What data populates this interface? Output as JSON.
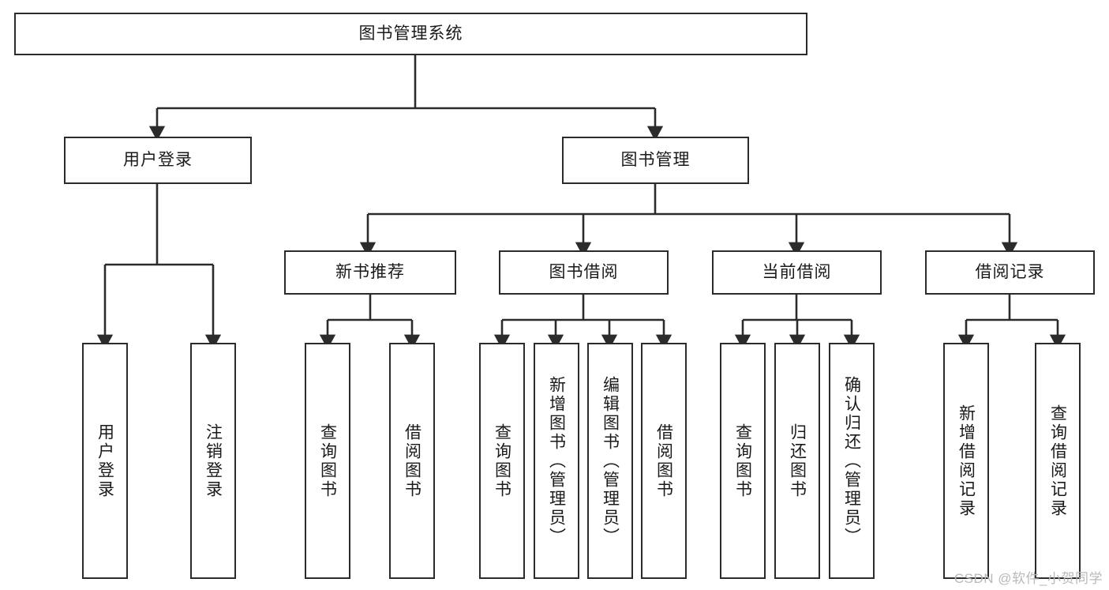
{
  "diagram": {
    "title": "图书管理系统",
    "type": "tree-hierarchy",
    "watermark": "CSDN @软件_小贺同学",
    "colors": {
      "background": "#ffffff",
      "node_border": "#2b2b2b",
      "node_fill": "#ffffff",
      "edge": "#2b2b2b",
      "text": "#1a1a1a",
      "watermark": "#b9b9b9"
    },
    "levels": {
      "root": {
        "id": "root",
        "label": "图书管理系统",
        "orientation": "horizontal"
      },
      "level2": [
        {
          "id": "user-login",
          "label": "用户登录",
          "orientation": "horizontal"
        },
        {
          "id": "book-manage",
          "label": "图书管理",
          "orientation": "horizontal"
        }
      ],
      "level3": [
        {
          "id": "new-book-recommend",
          "label": "新书推荐",
          "orientation": "horizontal",
          "parent": "book-manage"
        },
        {
          "id": "book-borrow",
          "label": "图书借阅",
          "orientation": "horizontal",
          "parent": "book-manage"
        },
        {
          "id": "current-borrow",
          "label": "当前借阅",
          "orientation": "horizontal",
          "parent": "book-manage"
        },
        {
          "id": "borrow-record",
          "label": "借阅记录",
          "orientation": "horizontal",
          "parent": "book-manage"
        }
      ],
      "leaves": [
        {
          "id": "leaf-user-login",
          "label": "用户登录",
          "orientation": "vertical",
          "parent": "user-login"
        },
        {
          "id": "leaf-logout-login",
          "label": "注销登录",
          "orientation": "vertical",
          "parent": "user-login"
        },
        {
          "id": "leaf-query-book-1",
          "label": "查询图书",
          "orientation": "vertical",
          "parent": "new-book-recommend"
        },
        {
          "id": "leaf-borrow-book-1",
          "label": "借阅图书",
          "orientation": "vertical",
          "parent": "new-book-recommend"
        },
        {
          "id": "leaf-query-book-2",
          "label": "查询图书",
          "orientation": "vertical",
          "parent": "book-borrow"
        },
        {
          "id": "leaf-add-book",
          "label": "新增图书（管理员）",
          "orientation": "vertical",
          "parent": "book-borrow"
        },
        {
          "id": "leaf-edit-book",
          "label": "编辑图书（管理员）",
          "orientation": "vertical",
          "parent": "book-borrow"
        },
        {
          "id": "leaf-borrow-book-2",
          "label": "借阅图书",
          "orientation": "vertical",
          "parent": "book-borrow"
        },
        {
          "id": "leaf-query-book-3",
          "label": "查询图书",
          "orientation": "vertical",
          "parent": "current-borrow"
        },
        {
          "id": "leaf-return-book",
          "label": "归还图书",
          "orientation": "vertical",
          "parent": "current-borrow"
        },
        {
          "id": "leaf-confirm-return",
          "label": "确认归还（管理员）",
          "orientation": "vertical",
          "parent": "current-borrow"
        },
        {
          "id": "leaf-add-record",
          "label": "新增借阅记录",
          "orientation": "vertical",
          "parent": "borrow-record"
        },
        {
          "id": "leaf-query-record",
          "label": "查询借阅记录",
          "orientation": "vertical",
          "parent": "borrow-record"
        }
      ]
    }
  }
}
